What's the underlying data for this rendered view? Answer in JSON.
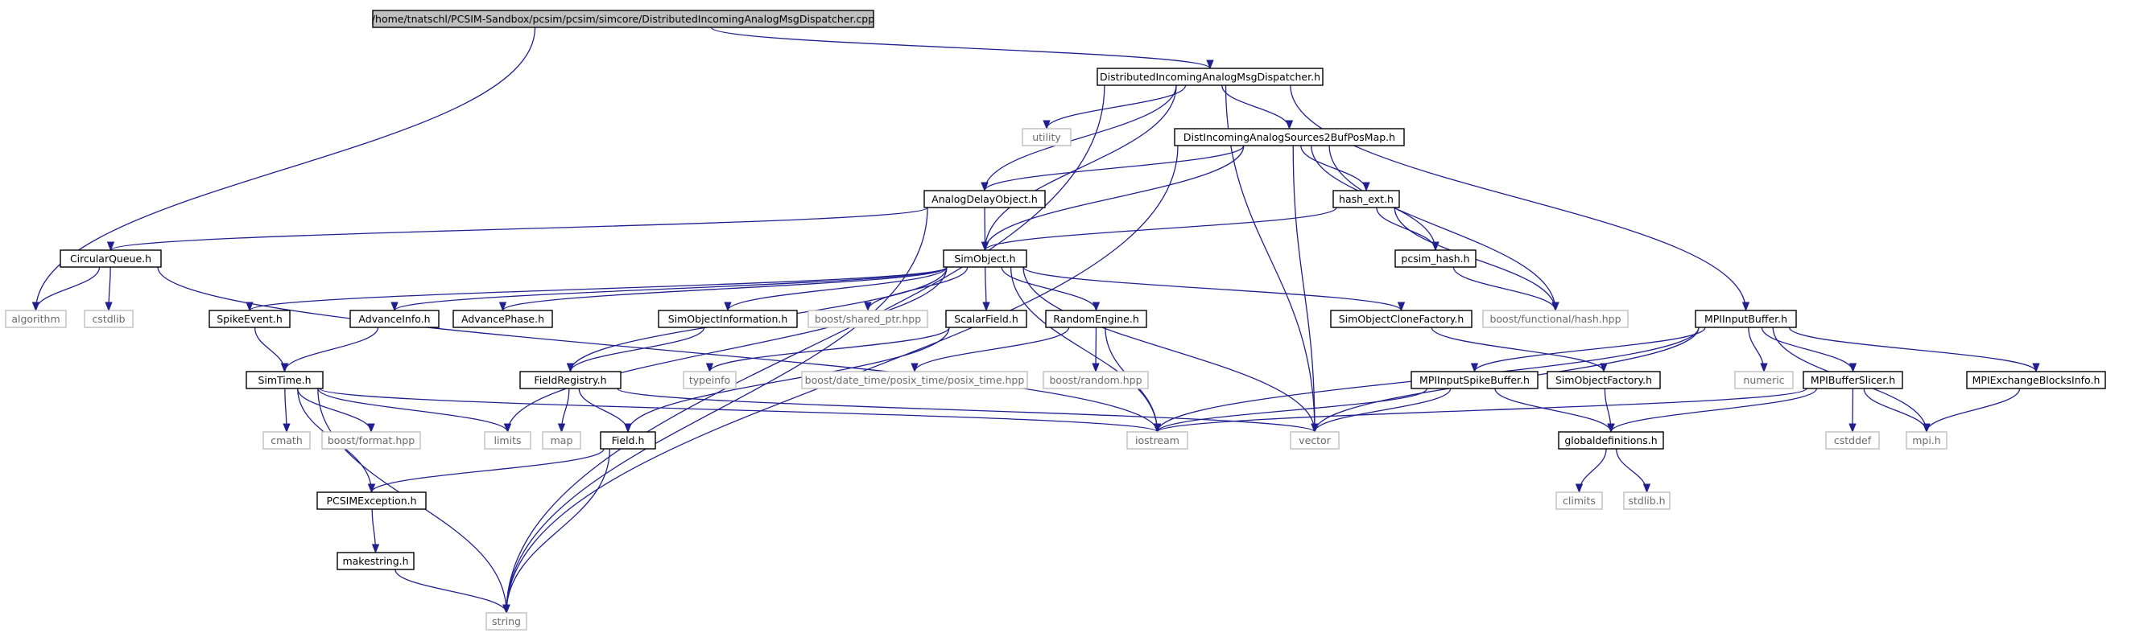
{
  "colors": {
    "edge": "#1f1f8f",
    "root_fill": "#bfbfbf",
    "node_stroke": "#000000",
    "node_text": "#000000",
    "external_stroke": "#bfbfbf",
    "external_text": "#6a6a6a"
  },
  "graph": {
    "root": "n_root",
    "nodes": [
      {
        "id": "n_root",
        "label": "/home/tnatschl/PCSIM-Sandbox/pcsim/pcsim/simcore/DistributedIncomingAnalogMsgDispatcher.cpp",
        "kind": "root"
      },
      {
        "id": "n_dispatcher_h",
        "label": "DistributedIncomingAnalogMsgDispatcher.h",
        "kind": "file"
      },
      {
        "id": "n_utility",
        "label": "utility",
        "kind": "external"
      },
      {
        "id": "n_sources2buf",
        "label": "DistIncomingAnalogSources2BufPosMap.h",
        "kind": "file"
      },
      {
        "id": "n_analogdelay",
        "label": "AnalogDelayObject.h",
        "kind": "file"
      },
      {
        "id": "n_hash_ext",
        "label": "hash_ext.h",
        "kind": "file"
      },
      {
        "id": "n_circularqueue",
        "label": "CircularQueue.h",
        "kind": "file"
      },
      {
        "id": "n_simobject",
        "label": "SimObject.h",
        "kind": "file"
      },
      {
        "id": "n_pcsim_hash",
        "label": "pcsim_hash.h",
        "kind": "file"
      },
      {
        "id": "n_algorithm",
        "label": "algorithm",
        "kind": "external"
      },
      {
        "id": "n_cstdlib",
        "label": "cstdlib",
        "kind": "external"
      },
      {
        "id": "n_spikeevent",
        "label": "SpikeEvent.h",
        "kind": "file"
      },
      {
        "id": "n_advanceinfo",
        "label": "AdvanceInfo.h",
        "kind": "file"
      },
      {
        "id": "n_advancephase",
        "label": "AdvancePhase.h",
        "kind": "file"
      },
      {
        "id": "n_simobjinfo",
        "label": "SimObjectInformation.h",
        "kind": "file"
      },
      {
        "id": "n_shared_ptr",
        "label": "boost/shared_ptr.hpp",
        "kind": "external"
      },
      {
        "id": "n_scalarfield",
        "label": "ScalarField.h",
        "kind": "file"
      },
      {
        "id": "n_randomengine",
        "label": "RandomEngine.h",
        "kind": "file"
      },
      {
        "id": "n_simobjclonefactory",
        "label": "SimObjectCloneFactory.h",
        "kind": "file"
      },
      {
        "id": "n_boost_hash",
        "label": "boost/functional/hash.hpp",
        "kind": "external"
      },
      {
        "id": "n_mpiinputbuffer",
        "label": "MPIInputBuffer.h",
        "kind": "file"
      },
      {
        "id": "n_simtime",
        "label": "SimTime.h",
        "kind": "file"
      },
      {
        "id": "n_fieldregistry",
        "label": "FieldRegistry.h",
        "kind": "file"
      },
      {
        "id": "n_typeinfo",
        "label": "typeinfo",
        "kind": "external"
      },
      {
        "id": "n_posix_time",
        "label": "boost/date_time/posix_time/posix_time.hpp",
        "kind": "external"
      },
      {
        "id": "n_boost_random",
        "label": "boost/random.hpp",
        "kind": "external"
      },
      {
        "id": "n_mpiinputspikebuffer",
        "label": "MPIInputSpikeBuffer.h",
        "kind": "file"
      },
      {
        "id": "n_simobjfactory",
        "label": "SimObjectFactory.h",
        "kind": "file"
      },
      {
        "id": "n_numeric",
        "label": "numeric",
        "kind": "external"
      },
      {
        "id": "n_mpibufferslicer",
        "label": "MPIBufferSlicer.h",
        "kind": "file"
      },
      {
        "id": "n_mpiexchange",
        "label": "MPIExchangeBlocksInfo.h",
        "kind": "file"
      },
      {
        "id": "n_cmath",
        "label": "cmath",
        "kind": "external"
      },
      {
        "id": "n_boost_format",
        "label": "boost/format.hpp",
        "kind": "external"
      },
      {
        "id": "n_limits",
        "label": "limits",
        "kind": "external"
      },
      {
        "id": "n_map",
        "label": "map",
        "kind": "external"
      },
      {
        "id": "n_field",
        "label": "Field.h",
        "kind": "file"
      },
      {
        "id": "n_iostream",
        "label": "iostream",
        "kind": "external"
      },
      {
        "id": "n_vector",
        "label": "vector",
        "kind": "external"
      },
      {
        "id": "n_globaldefs",
        "label": "globaldefinitions.h",
        "kind": "file"
      },
      {
        "id": "n_cstddef",
        "label": "cstddef",
        "kind": "external"
      },
      {
        "id": "n_mpi",
        "label": "mpi.h",
        "kind": "external"
      },
      {
        "id": "n_pcsimexception",
        "label": "PCSIMException.h",
        "kind": "file"
      },
      {
        "id": "n_climits",
        "label": "climits",
        "kind": "external"
      },
      {
        "id": "n_stdlib",
        "label": "stdlib.h",
        "kind": "external"
      },
      {
        "id": "n_makestring",
        "label": "makestring.h",
        "kind": "file"
      },
      {
        "id": "n_string",
        "label": "string",
        "kind": "external"
      }
    ],
    "edges": [
      [
        "n_root",
        "n_dispatcher_h"
      ],
      [
        "n_root",
        "n_algorithm"
      ],
      [
        "n_dispatcher_h",
        "n_utility"
      ],
      [
        "n_dispatcher_h",
        "n_sources2buf"
      ],
      [
        "n_dispatcher_h",
        "n_analogdelay"
      ],
      [
        "n_dispatcher_h",
        "n_simobject"
      ],
      [
        "n_dispatcher_h",
        "n_mpiinputbuffer"
      ],
      [
        "n_dispatcher_h",
        "n_vector"
      ],
      [
        "n_dispatcher_h",
        "n_string"
      ],
      [
        "n_sources2buf",
        "n_analogdelay"
      ],
      [
        "n_sources2buf",
        "n_simobject"
      ],
      [
        "n_sources2buf",
        "n_hash_ext"
      ],
      [
        "n_sources2buf",
        "n_pcsim_hash"
      ],
      [
        "n_sources2buf",
        "n_boost_hash"
      ],
      [
        "n_sources2buf",
        "n_vector"
      ],
      [
        "n_sources2buf",
        "n_string"
      ],
      [
        "n_analogdelay",
        "n_circularqueue"
      ],
      [
        "n_analogdelay",
        "n_simobject"
      ],
      [
        "n_analogdelay",
        "n_string"
      ],
      [
        "n_hash_ext",
        "n_simobject"
      ],
      [
        "n_hash_ext",
        "n_pcsim_hash"
      ],
      [
        "n_hash_ext",
        "n_boost_hash"
      ],
      [
        "n_pcsim_hash",
        "n_boost_hash"
      ],
      [
        "n_circularqueue",
        "n_algorithm"
      ],
      [
        "n_circularqueue",
        "n_cstdlib"
      ],
      [
        "n_circularqueue",
        "n_iostream"
      ],
      [
        "n_simobject",
        "n_spikeevent"
      ],
      [
        "n_simobject",
        "n_advanceinfo"
      ],
      [
        "n_simobject",
        "n_advancephase"
      ],
      [
        "n_simobject",
        "n_simobjinfo"
      ],
      [
        "n_simobject",
        "n_shared_ptr"
      ],
      [
        "n_simobject",
        "n_scalarfield"
      ],
      [
        "n_simobject",
        "n_randomengine"
      ],
      [
        "n_simobject",
        "n_simobjclonefactory"
      ],
      [
        "n_simobject",
        "n_fieldregistry"
      ],
      [
        "n_simobject",
        "n_limits"
      ],
      [
        "n_simobject",
        "n_iostream"
      ],
      [
        "n_simobject",
        "n_vector"
      ],
      [
        "n_spikeevent",
        "n_simtime"
      ],
      [
        "n_advanceinfo",
        "n_simtime"
      ],
      [
        "n_simobjinfo",
        "n_fieldregistry"
      ],
      [
        "n_scalarfield",
        "n_typeinfo"
      ],
      [
        "n_scalarfield",
        "n_field"
      ],
      [
        "n_randomengine",
        "n_posix_time"
      ],
      [
        "n_randomengine",
        "n_boost_random"
      ],
      [
        "n_randomengine",
        "n_iostream"
      ],
      [
        "n_simobjclonefactory",
        "n_simobjfactory"
      ],
      [
        "n_mpiinputbuffer",
        "n_mpiinputspikebuffer"
      ],
      [
        "n_mpiinputbuffer",
        "n_numeric"
      ],
      [
        "n_mpiinputbuffer",
        "n_mpibufferslicer"
      ],
      [
        "n_mpiinputbuffer",
        "n_mpiexchange"
      ],
      [
        "n_mpiinputbuffer",
        "n_iostream"
      ],
      [
        "n_mpiinputbuffer",
        "n_vector"
      ],
      [
        "n_mpiinputbuffer",
        "n_mpi"
      ],
      [
        "n_simtime",
        "n_cmath"
      ],
      [
        "n_simtime",
        "n_boost_format"
      ],
      [
        "n_simtime",
        "n_limits"
      ],
      [
        "n_simtime",
        "n_iostream"
      ],
      [
        "n_simtime",
        "n_pcsimexception"
      ],
      [
        "n_simtime",
        "n_string"
      ],
      [
        "n_fieldregistry",
        "n_map"
      ],
      [
        "n_fieldregistry",
        "n_field"
      ],
      [
        "n_fieldregistry",
        "n_vector"
      ],
      [
        "n_field",
        "n_pcsimexception"
      ],
      [
        "n_field",
        "n_string"
      ],
      [
        "n_mpiinputspikebuffer",
        "n_iostream"
      ],
      [
        "n_mpiinputspikebuffer",
        "n_vector"
      ],
      [
        "n_mpiinputspikebuffer",
        "n_globaldefs"
      ],
      [
        "n_simobjfactory",
        "n_globaldefs"
      ],
      [
        "n_mpibufferslicer",
        "n_iostream"
      ],
      [
        "n_mpibufferslicer",
        "n_cstddef"
      ],
      [
        "n_mpibufferslicer",
        "n_mpi"
      ],
      [
        "n_mpibufferslicer",
        "n_globaldefs"
      ],
      [
        "n_mpiexchange",
        "n_mpi"
      ],
      [
        "n_globaldefs",
        "n_climits"
      ],
      [
        "n_globaldefs",
        "n_stdlib"
      ],
      [
        "n_pcsimexception",
        "n_makestring"
      ],
      [
        "n_makestring",
        "n_string"
      ]
    ]
  }
}
